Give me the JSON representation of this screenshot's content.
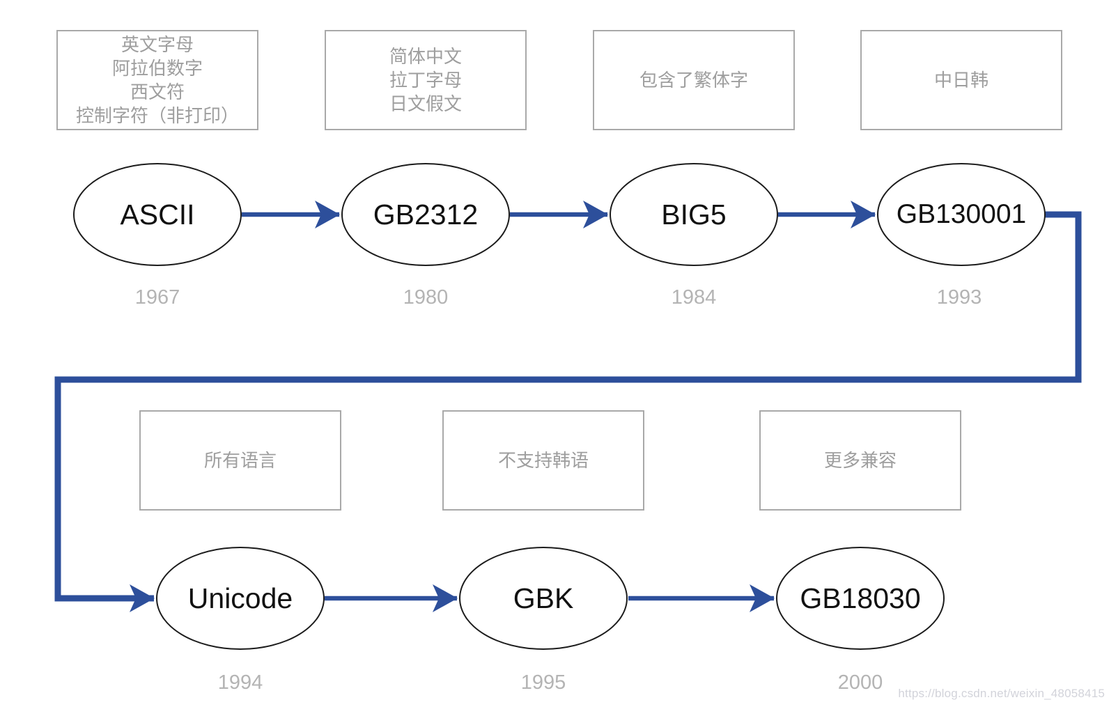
{
  "page": {
    "watermark": "https://blog.csdn.net/weixin_48058415"
  },
  "colors": {
    "arrow_blue": "#2d4f9b",
    "box_border_gray": "#a9a9a9",
    "box_text_gray": "#9e9e9e",
    "node_border_black": "#1c1c1c",
    "node_text_black": "#111111",
    "year_gray": "#b4b4b4",
    "watermark_gray": "#d2d3da"
  },
  "diagram": {
    "type": "flowchart-timeline",
    "rows": [
      {
        "nodes": [
          {
            "id": "ascii",
            "label": "ASCII",
            "year": "1967",
            "note_lines": [
              "英文字母",
              "阿拉伯数字",
              "西文符",
              "控制字符（非打印）"
            ]
          },
          {
            "id": "gb2312",
            "label": "GB2312",
            "year": "1980",
            "note_lines": [
              "简体中文",
              "拉丁字母",
              "日文假文"
            ]
          },
          {
            "id": "big5",
            "label": "BIG5",
            "year": "1984",
            "note_lines": [
              "包含了繁体字"
            ]
          },
          {
            "id": "gb130001",
            "label": "GB130001",
            "year": "1993",
            "note_lines": [
              "中日韩"
            ]
          }
        ]
      },
      {
        "nodes": [
          {
            "id": "unicode",
            "label": "Unicode",
            "year": "1994",
            "note_lines": [
              "所有语言"
            ]
          },
          {
            "id": "gbk",
            "label": "GBK",
            "year": "1995",
            "note_lines": [
              "不支持韩语"
            ]
          },
          {
            "id": "gb18030",
            "label": "GB18030",
            "year": "2000",
            "note_lines": [
              "更多兼容"
            ]
          }
        ]
      }
    ],
    "edges": [
      "ASCII→GB2312",
      "GB2312→BIG5",
      "BIG5→GB130001",
      "GB130001→Unicode",
      "Unicode→GBK",
      "GBK→GB18030"
    ]
  }
}
